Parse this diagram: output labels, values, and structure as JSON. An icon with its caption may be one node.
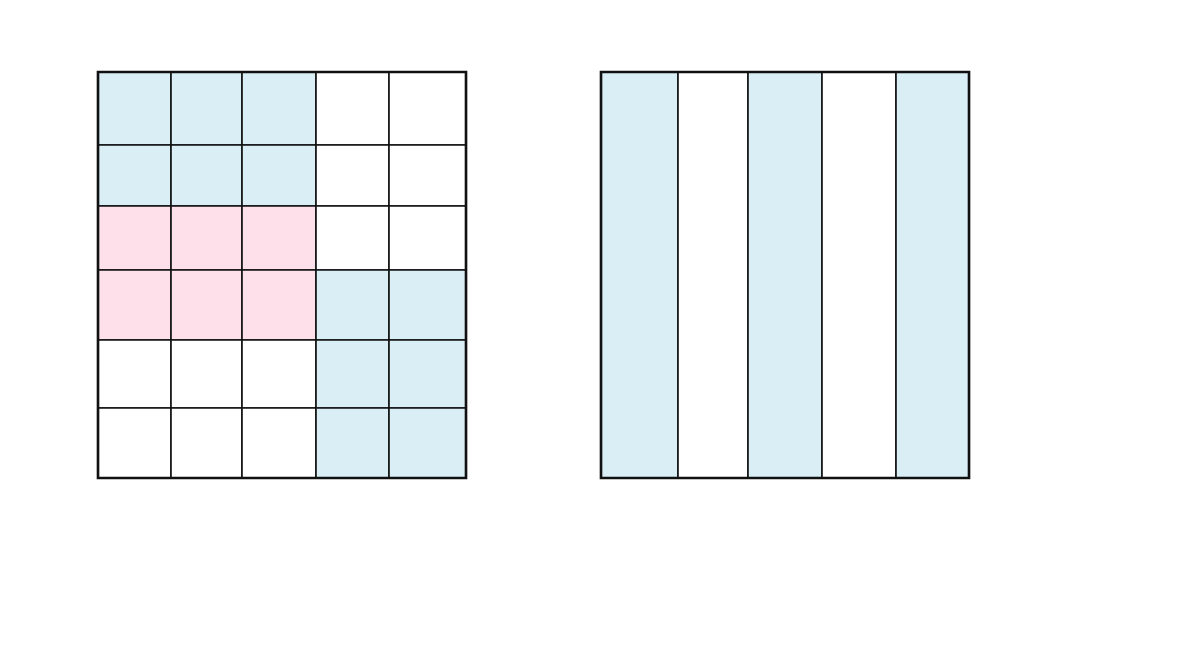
{
  "diagram": {
    "nodes": [
      {
        "text": [],
        "shape": "box"
      },
      {
        "text": [],
        "shape": "box",
        "in": 0
      },
      {
        "text": [],
        "shape": "box",
        "in": 0
      },
      {
        "text": [],
        "shape": "box",
        "in": 0
      },
      {
        "text": [],
        "shape": "box",
        "in": 0
      },
      {
        "text": [],
        "shape": "box",
        "in": 0
      },
      {
        "text": [],
        "shape": "box",
        "in": 0
      },
      {
        "text": [],
        "shape": "box",
        "in": 0
      },
      {
        "text": [],
        "shape": "box",
        "in": 0
      },
      {
        "text": [],
        "shape": "box",
        "in": 0
      },
      {
        "text": [],
        "shape": "box",
        "in": 0
      },
      {
        "text": [],
        "shape": "box",
        "in": 0
      },
      {
        "text": [],
        "shape": "box",
        "in": 0
      },
      {
        "text": [],
        "shape": "box",
        "in": 0
      },
      {
        "text": [],
        "shape": "box",
        "in": 0
      },
      {
        "text": [],
        "shape": "box",
        "in": 0
      },
      {
        "text": [],
        "shape": "box",
        "in": 0
      },
      {
        "text": [],
        "shape": "box",
        "in": 0
      },
      {
        "text": [],
        "shape": "box",
        "in": 0
      },
      {
        "text": [],
        "shape": "box",
        "in": 0
      },
      {
        "text": [],
        "shape": "box",
        "in": 0
      },
      {
        "text": [],
        "shape": "box",
        "in": 0
      },
      {
        "text": [],
        "shape": "box",
        "in": 0
      },
      {
        "text": [],
        "shape": "box",
        "in": 0
      },
      {
        "text": [],
        "shape": "box",
        "in": 0
      },
      {
        "text": [],
        "shape": "box",
        "in": 0
      },
      {
        "text": [],
        "shape": "box",
        "in": 0
      },
      {
        "text": [],
        "shape": "box",
        "in": 0
      },
      {
        "text": [],
        "shape": "box",
        "in": 0
      },
      {
        "text": [],
        "shape": "box",
        "in": 0
      },
      {
        "text": [],
        "shape": "box",
        "in": 0
      },
      {
        "text": [],
        "shape": "box"
      },
      {
        "text": [],
        "shape": "box",
        "in": 31
      },
      {
        "text": [],
        "shape": "box",
        "in": 31
      },
      {
        "text": [],
        "shape": "box",
        "in": 31
      },
      {
        "text": [],
        "shape": "box",
        "in": 31
      },
      {
        "text": [],
        "shape": "box",
        "in": 31
      }
    ]
  }
}
